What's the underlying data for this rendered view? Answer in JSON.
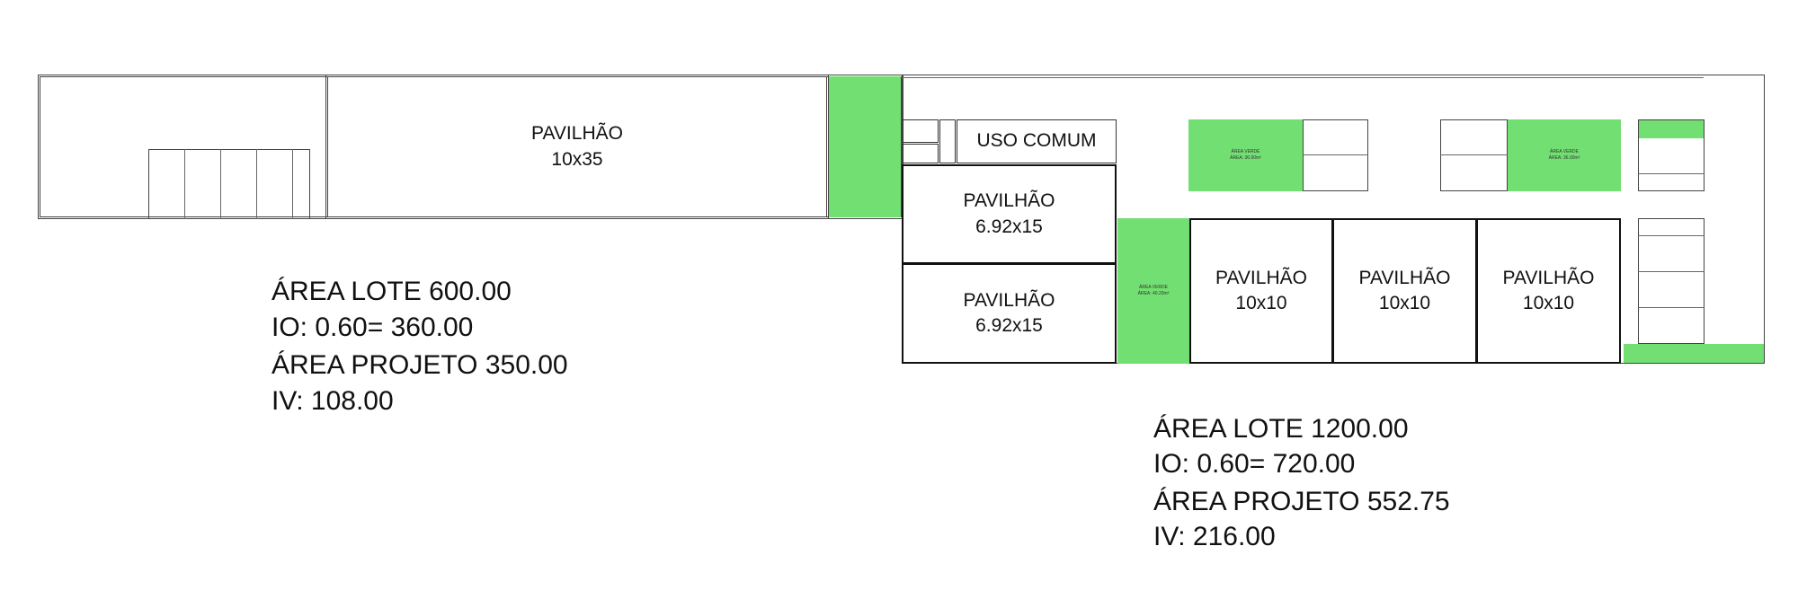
{
  "left_lot": {
    "pavilion": {
      "title": "PAVILHÃO",
      "size": "10x35"
    },
    "stats": {
      "area_lote": "ÁREA LOTE 600.00",
      "io": "IO: 0.60= 360.00",
      "area_projeto": "ÁREA PROJETO 350.00",
      "iv": "IV: 108.00"
    }
  },
  "right_lot": {
    "uso_comum": "USO COMUM",
    "pavilion_upper": {
      "title": "PAVILHÃO",
      "size": "6.92x15"
    },
    "pavilion_lower": {
      "title": "PAVILHÃO",
      "size": "6.92x15"
    },
    "pavilion_a": {
      "title": "PAVILHÃO",
      "size": "10x10"
    },
    "pavilion_b": {
      "title": "PAVILHÃO",
      "size": "10x10"
    },
    "pavilion_c": {
      "title": "PAVILHÃO",
      "size": "10x10"
    },
    "green_label_1": {
      "line1": "ÁREA VERDE",
      "line2": "ÁREA: 36.00m²"
    },
    "green_label_2": {
      "line1": "ÁREA VERDE",
      "line2": "ÁREA: 36.00m²"
    },
    "green_label_3": {
      "line1": "ÁREA VERDE",
      "line2": "ÁREA: 40.20m²"
    },
    "stats": {
      "area_lote": "ÁREA LOTE 1200.00",
      "io": "IO: 0.60= 720.00",
      "area_projeto": "ÁREA PROJETO 552.75",
      "iv": "IV: 216.00"
    }
  },
  "colors": {
    "green_area": "#72df72",
    "line": "#333333",
    "background": "#ffffff"
  }
}
